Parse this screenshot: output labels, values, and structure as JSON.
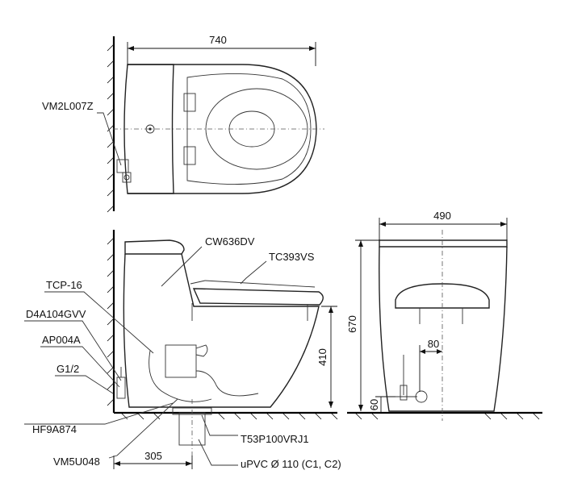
{
  "dimensions": {
    "top_width": "740",
    "front_width": "490",
    "height": "670",
    "seat_height": "410",
    "rough_in": "305",
    "supply_offset": "80",
    "supply_height": "60"
  },
  "parts": {
    "vm2l007z": "VM2L007Z",
    "cw636dv": "CW636DV",
    "tc393vs": "TC393VS",
    "tcp16": "TCP-16",
    "d4a104gvv": "D4A104GVV",
    "ap004a": "AP004A",
    "g12": "G1/2",
    "hf9a874": "HF9A874",
    "vm5u048": "VM5U048",
    "t53p100vrj1": "T53P100VRJ1",
    "upvc": "uPVC Ø 110 (C1, C2)"
  }
}
